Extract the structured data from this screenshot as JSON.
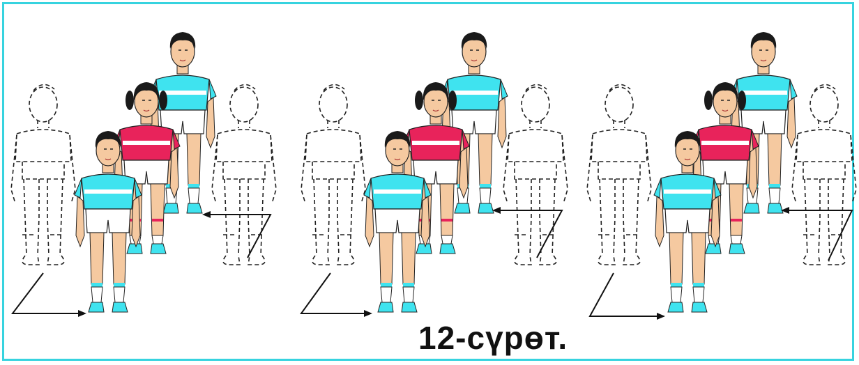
{
  "caption": "12-сүрөт.",
  "colors": {
    "frame": "#37d3df",
    "shirt_cyan": "#3fe3ef",
    "shirt_red": "#e8235b",
    "skin": "#f5c9a0",
    "hair": "#1a1a1a",
    "arrow": "#111111"
  },
  "panels": [
    {
      "figures": [
        "outline-child-left",
        "child-front-cyan",
        "child-middle-girl-red",
        "child-back-cyan",
        "outline-child-right"
      ],
      "arrows": [
        "move-forward-arrow",
        "move-back-arrow"
      ]
    },
    {
      "figures": [
        "outline-child-left",
        "child-front-cyan",
        "child-middle-girl-red",
        "child-back-cyan",
        "outline-child-right"
      ],
      "arrows": [
        "move-forward-arrow",
        "move-back-arrow"
      ]
    },
    {
      "figures": [
        "outline-child-left",
        "child-front-cyan",
        "child-middle-girl-red",
        "child-back-cyan",
        "outline-child-right"
      ],
      "arrows": [
        "move-forward-arrow",
        "move-back-arrow"
      ]
    }
  ]
}
